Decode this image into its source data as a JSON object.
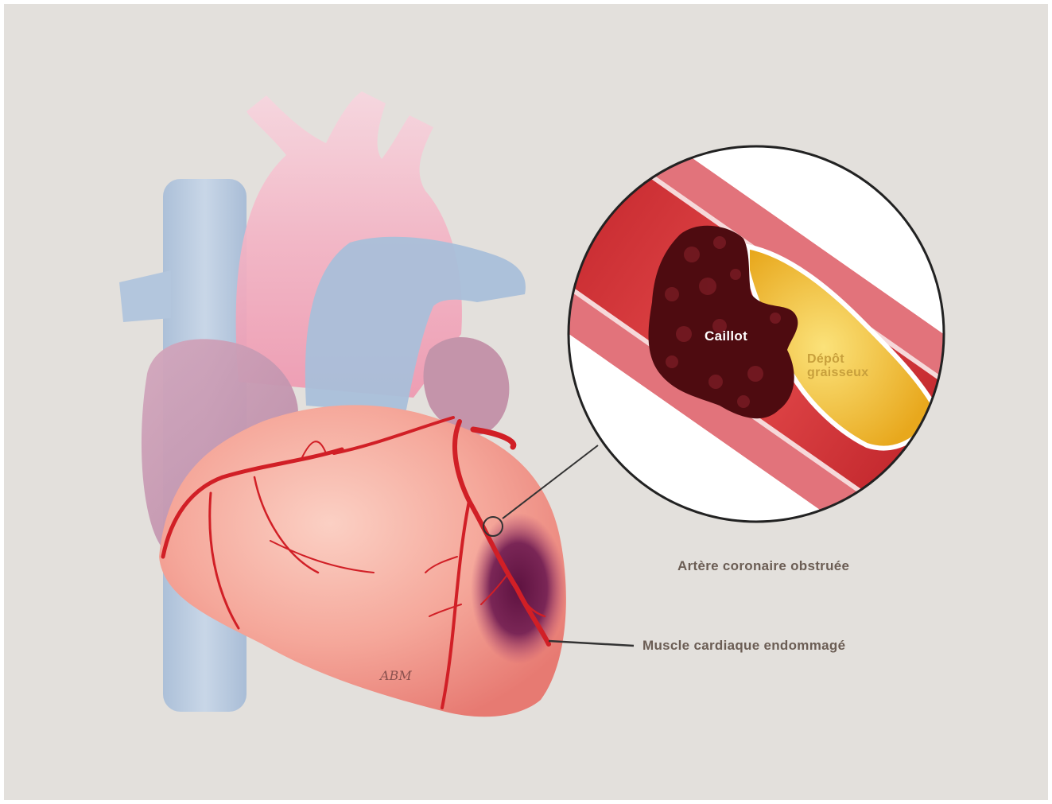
{
  "labels": {
    "clot": "Caillot",
    "fatty_deposit_line1": "Dépôt",
    "fatty_deposit_line2": "graisseux",
    "blocked_artery": "Artère coronaire obstruée",
    "damaged_muscle": "Muscle cardiaque endommagé"
  },
  "signature": "ABM",
  "colors": {
    "background": "#e3e0dc",
    "vena_cava": "#b9cbe0",
    "aorta": "#f2a5b8",
    "heart_muscle": "#f3a292",
    "artery": "#d11f26",
    "damaged_area": "#6f1c4c",
    "clot": "#4e0b10",
    "fat": "#f4c53a",
    "label_text": "#6b5d54"
  },
  "icons": {
    "zoom_circle": "magnifier-inset",
    "heart": "heart-illustration"
  }
}
